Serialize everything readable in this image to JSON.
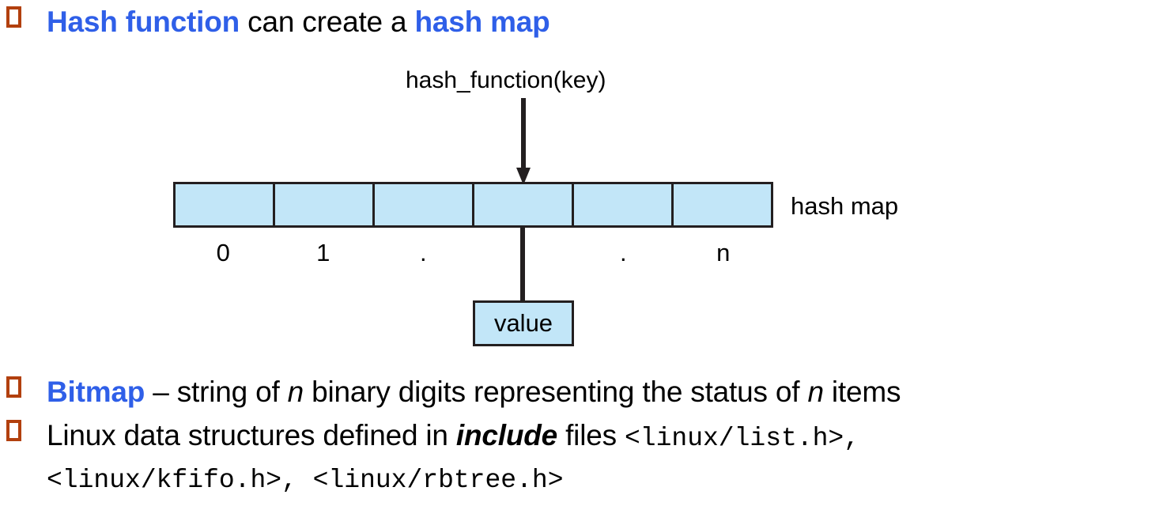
{
  "slide": {
    "bullets": [
      {
        "marker": "square-outline-bullet",
        "segments": [
          {
            "text": "Hash function",
            "style": "blue-bold"
          },
          {
            "text": " can create a ",
            "style": "plain"
          },
          {
            "text": "hash map",
            "style": "blue-bold"
          }
        ]
      },
      {
        "marker": "square-outline-bullet",
        "segments": [
          {
            "text": "Bitmap",
            "style": "blue-bold"
          },
          {
            "text": " – string of ",
            "style": "plain"
          },
          {
            "text": "n",
            "style": "italic"
          },
          {
            "text": " binary digits representing the status of ",
            "style": "plain"
          },
          {
            "text": "n",
            "style": "italic"
          },
          {
            "text": " items",
            "style": "plain"
          }
        ]
      },
      {
        "marker": "square-outline-bullet",
        "segments": [
          {
            "text": "Linux data structures defined in ",
            "style": "plain"
          },
          {
            "text": "include",
            "style": "bold-italic"
          },
          {
            "text": " files ",
            "style": "plain"
          },
          {
            "text": "<linux/list.h>,",
            "style": "mono"
          }
        ],
        "continuation": [
          {
            "text": "<linux/kfifo.h>, <linux/rbtree.h>",
            "style": "mono"
          }
        ]
      }
    ]
  },
  "diagram": {
    "title_label": "hash_function(key)",
    "arrow_icon": "down-arrow",
    "hash_map_label": "hash map",
    "value_box_label": "value",
    "cells": [
      {
        "index_label": "0"
      },
      {
        "index_label": "1"
      },
      {
        "index_label": "."
      },
      {
        "index_label": ""
      },
      {
        "index_label": "."
      },
      {
        "index_label": "n"
      }
    ],
    "colors": {
      "cell_fill": "#c2e6f8",
      "stroke": "#231f20",
      "accent_blue": "#2f5fe8",
      "bullet_marker": "#b2400e"
    }
  },
  "bullet_text": {
    "hash_line": {
      "part1": "Hash function",
      "part2": " can create a ",
      "part3": "hash map"
    },
    "bitmap_line": {
      "part1": "Bitmap",
      "part2": " – string of ",
      "part3": "n",
      "part4": " binary digits representing the status of ",
      "part5": "n",
      "part6": " items"
    },
    "linux_line": {
      "part1": "Linux data structures defined in ",
      "part2": "include",
      "part3": " files ",
      "part4": "<linux/list.h>,",
      "part5": "<linux/kfifo.h>, <linux/rbtree.h>"
    }
  }
}
